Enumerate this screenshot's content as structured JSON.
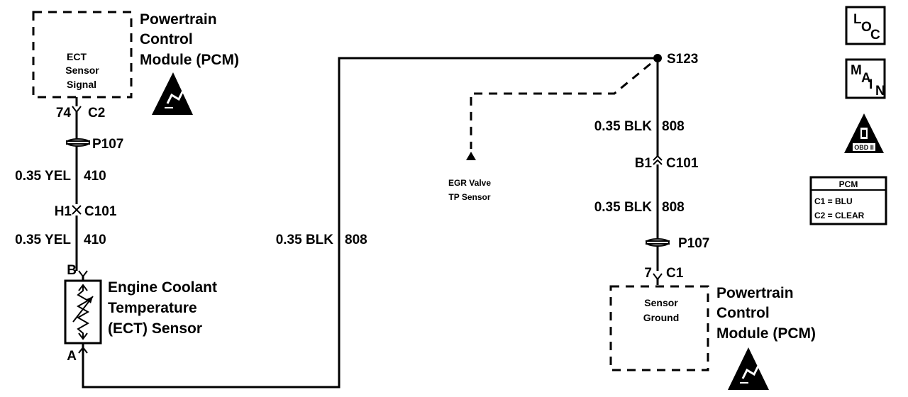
{
  "pcm_top": {
    "title_line1": "Powertrain",
    "title_line2": "Control",
    "title_line3": "Module (PCM)",
    "box_line1": "ECT",
    "box_line2": "Sensor",
    "box_line3": "Signal",
    "pin": "74",
    "connector": "C2"
  },
  "left_wire": {
    "splice_top": "P107",
    "upper_gauge": "0.35 YEL",
    "upper_circuit": "410",
    "connector_pin": "H1",
    "connector": "C101",
    "lower_gauge": "0.35 YEL",
    "lower_circuit": "410"
  },
  "ect_sensor": {
    "pin_b": "B",
    "pin_a": "A",
    "label_line1": "Engine Coolant",
    "label_line2": "Temperature",
    "label_line3": "(ECT) Sensor"
  },
  "middle_wire": {
    "gauge": "0.35 BLK",
    "circuit": "808"
  },
  "splice": {
    "label": "S123"
  },
  "egr": {
    "label_line1": "EGR Valve",
    "label_line2": "TP Sensor"
  },
  "right_wire": {
    "upper_gauge": "0.35 BLK",
    "upper_circuit": "808",
    "connector_pin": "B1",
    "connector": "C101",
    "lower_gauge": "0.35 BLK",
    "lower_circuit": "808",
    "splice_bottom": "P107",
    "pin": "7",
    "pcm_connector": "C1"
  },
  "pcm_bottom": {
    "title_line1": "Powertrain",
    "title_line2": "Control",
    "title_line3": "Module (PCM)",
    "box_line1": "Sensor",
    "box_line2": "Ground"
  },
  "legend": {
    "loc_l": "L",
    "loc_o": "O",
    "loc_c": "C",
    "main_m": "M",
    "main_a": "A",
    "main_i": "I",
    "main_n": "N",
    "obd": "OBD II",
    "pcm_header": "PCM",
    "pcm_c1": "C1 = BLU",
    "pcm_c2": "C2 = CLEAR"
  }
}
